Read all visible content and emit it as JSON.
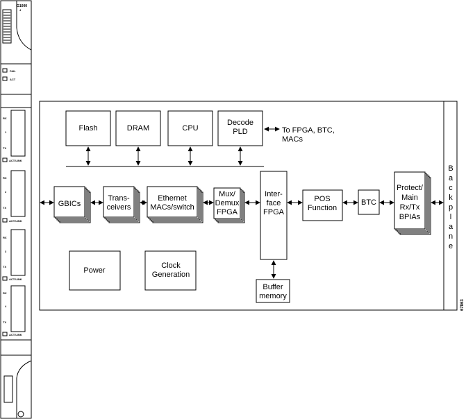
{
  "card": {
    "model": "G1000",
    "model_sub": "4",
    "fail_label": "FAIL",
    "act_label": "ACT",
    "ports": [
      {
        "rx": "RX",
        "num": "1",
        "tx": "TX",
        "link": "ACT/LINK"
      },
      {
        "rx": "RX",
        "num": "2",
        "tx": "TX",
        "link": "ACT/LINK"
      },
      {
        "rx": "RX",
        "num": "3",
        "tx": "TX",
        "link": "ACT/LINK"
      },
      {
        "rx": "RX",
        "num": "4",
        "tx": "TX",
        "link": "ACT/LINK"
      }
    ]
  },
  "diagram": {
    "flash": "Flash",
    "dram": "DRAM",
    "cpu": "CPU",
    "decode": [
      "Decode",
      "PLD"
    ],
    "to_note": [
      "To FPGA, BTC,",
      "MACs"
    ],
    "gbics": "GBICs",
    "transceivers": [
      "Trans-",
      "ceivers"
    ],
    "ethernet": [
      "Ethernet",
      "MACs/switch"
    ],
    "mux": [
      "Mux/",
      "Demux",
      "FPGA"
    ],
    "interface": [
      "Inter-",
      "face",
      "FPGA"
    ],
    "pos": [
      "POS",
      "Function"
    ],
    "btc": "BTC",
    "protect": [
      "Protect/",
      "Main",
      "Rx/Tx",
      "BPIAs"
    ],
    "buffer": [
      "Buffer",
      "memory"
    ],
    "power": "Power",
    "clock": [
      "Clock",
      "Generation"
    ],
    "backplane": [
      "B",
      "a",
      "c",
      "k",
      "p",
      "l",
      "a",
      "n",
      "e"
    ],
    "fig_id": "67863"
  }
}
